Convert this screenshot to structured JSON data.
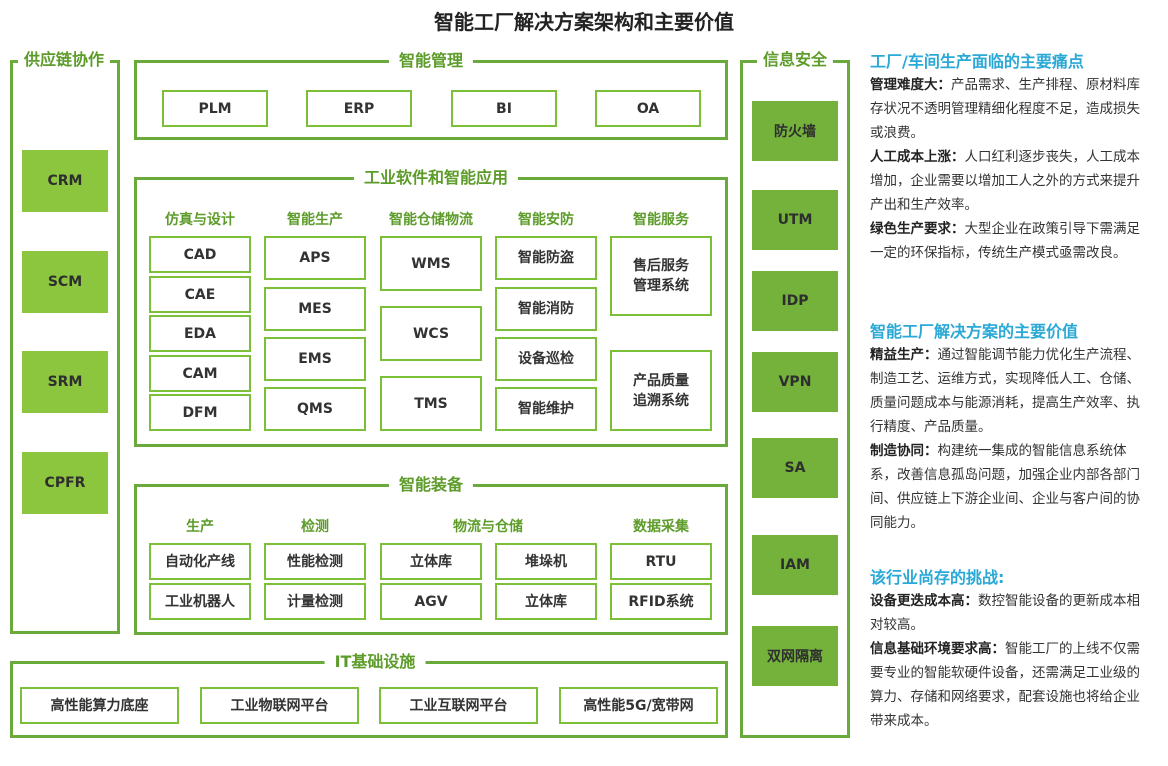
{
  "title": "智能工厂解决方案架构和主要价值",
  "supply_chain": {
    "title": "供应链协作",
    "items": [
      "CRM",
      "SCM",
      "SRM",
      "CPFR"
    ]
  },
  "management": {
    "title": "智能管理",
    "items": [
      "PLM",
      "ERP",
      "BI",
      "OA"
    ]
  },
  "industrial_software": {
    "title": "工业软件和智能应用",
    "columns": [
      {
        "title": "仿真与设计",
        "items": [
          "CAD",
          "CAE",
          "EDA",
          "CAM",
          "DFM"
        ]
      },
      {
        "title": "智能生产",
        "items": [
          "APS",
          "MES",
          "EMS",
          "QMS"
        ]
      },
      {
        "title": "智能仓储物流",
        "items": [
          "WMS",
          "WCS",
          "TMS"
        ]
      },
      {
        "title": "智能安防",
        "items": [
          "智能防盗",
          "智能消防",
          "设备巡检",
          "智能维护"
        ]
      },
      {
        "title": "智能服务",
        "items": [
          "售后服务\n管理系统",
          "产品质量\n追溯系统"
        ]
      }
    ]
  },
  "equipment": {
    "title": "智能装备",
    "columns": [
      {
        "title": "生产",
        "items": [
          "自动化产线",
          "工业机器人"
        ]
      },
      {
        "title": "检测",
        "items": [
          "性能检测",
          "计量检测"
        ]
      },
      {
        "title": "物流与仓储",
        "items": [
          "立体库",
          "堆垛机",
          "AGV",
          "立体库"
        ]
      },
      {
        "title": "数据采集",
        "items": [
          "RTU",
          "RFID系统"
        ]
      }
    ]
  },
  "it_infra": {
    "title": "IT基础设施",
    "items": [
      "高性能算力底座",
      "工业物联网平台",
      "工业互联网平台",
      "高性能5G/宽带网"
    ]
  },
  "security": {
    "title": "信息安全",
    "items": [
      "防火墙",
      "UTM",
      "IDP",
      "VPN",
      "SA",
      "IAM",
      "双网隔离"
    ]
  },
  "right_panel": {
    "pain_title": "工厂/车间生产面临的主要痛点",
    "pain": [
      {
        "label": "管理难度大：",
        "text": "产品需求、生产排程、原材料库存状况不透明管理精细化程度不足，造成损失或浪费。"
      },
      {
        "label": "人工成本上涨：",
        "text": "人口红利逐步丧失，人工成本增加，企业需要以增加工人之外的方式来提升产出和生产效率。"
      },
      {
        "label": "绿色生产要求：",
        "text": "大型企业在政策引导下需满足一定的环保指标，传统生产模式亟需改良。"
      }
    ],
    "value_title": "智能工厂解决方案的主要价值",
    "value": [
      {
        "label": "精益生产：",
        "text": "通过智能调节能力优化生产流程、制造工艺、运维方式，实现降低人工、仓储、质量问题成本与能源消耗，提高生产效率、执行精度、产品质量。"
      },
      {
        "label": "制造协同：",
        "text": "构建统一集成的智能信息系统体系，改善信息孤岛问题，加强企业内部各部门间、供应链上下游企业间、企业与客户间的协同能力。"
      }
    ],
    "challenge_title": "该行业尚存的挑战:",
    "challenge": [
      {
        "label": "设备更迭成本高：",
        "text": "数控智能设备的更新成本相对较高。"
      },
      {
        "label": "信息基础环境要求高：",
        "text": "智能工厂的上线不仅需要专业的智能软硬件设备，还需满足工业级的算力、存储和网络要求，配套设施也将给企业带来成本。"
      }
    ]
  }
}
